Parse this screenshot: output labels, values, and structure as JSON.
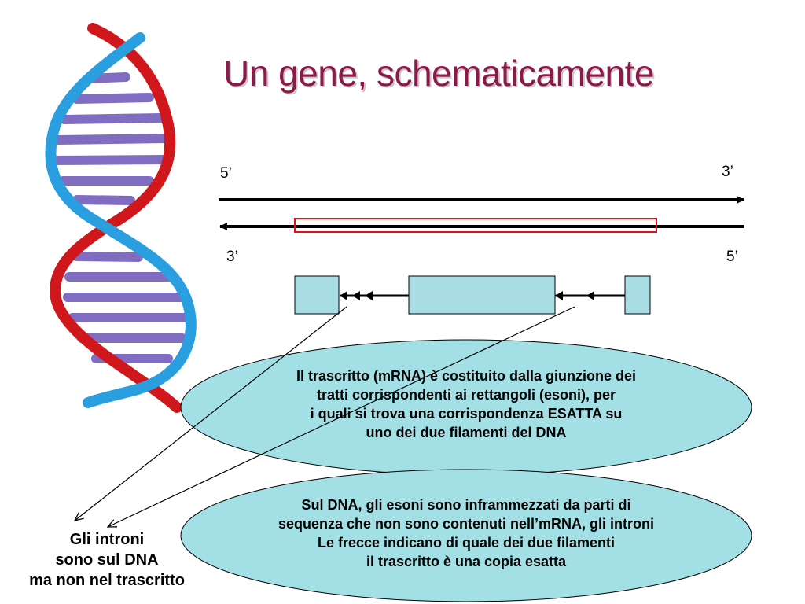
{
  "slide": {
    "title": "Un gene, schematicamente"
  },
  "strands": {
    "top_left_label": "5’",
    "top_right_label": "3’",
    "bottom_left_label": "3’",
    "bottom_right_label": "5’"
  },
  "colors": {
    "title": "#8b1a4a",
    "exon_fill": "#a8dde6",
    "ellipse_fill": "#a3e0e6",
    "highlight": "#e0101a",
    "dna_blue": "#2a9fe0",
    "dna_red": "#d0181c",
    "dna_base_pairs": "#6b54b8"
  },
  "ellipse_top": {
    "lines": [
      "Il trascritto (mRNA) è costituito dalla giunzione dei",
      "tratti corrispondenti ai rettangoli (esoni), per",
      "i quali si trova una corrispondenza ESATTA su",
      "uno dei due filamenti del DNA"
    ]
  },
  "ellipse_bottom": {
    "lines": [
      "Sul DNA, gli esoni sono inframmezzati da parti di",
      "sequenza che non sono contenuti nell’mRNA, gli introni",
      "Le frecce indicano di quale dei due filamenti",
      "il trascritto è una copia esatta"
    ]
  },
  "introns_note": {
    "lines": [
      "Gli introni",
      "sono sul DNA",
      "ma non nel trascritto"
    ]
  }
}
